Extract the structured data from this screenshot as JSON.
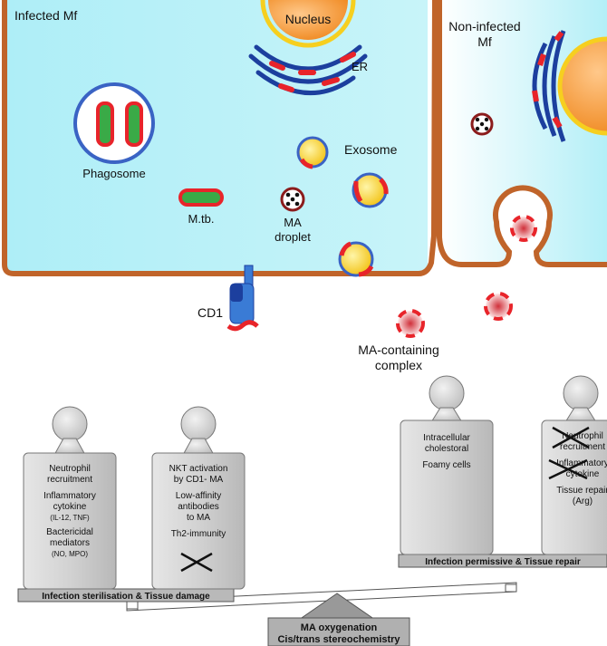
{
  "cells": {
    "infected": "Infected Mf",
    "noninfected_line1": "Non-infected",
    "noninfected_line2": "Mf"
  },
  "organelles": {
    "nucleus": "Nucleus",
    "er": "ER",
    "exosome": "Exosome",
    "phagosome": "Phagosome",
    "mtb": "M.tb.",
    "ma_droplet_line1": "MA",
    "ma_droplet_line2": "droplet",
    "cd1": "CD1",
    "ma_complex_line1": "MA-containing",
    "ma_complex_line2": "complex"
  },
  "left_weights": [
    {
      "lines": [
        "Neutrophil",
        "recruitment",
        "",
        "Inflammatory",
        "cytokine",
        "(IL-12, TNF)",
        "",
        "Bactericidal",
        "mediators",
        "(NO, MPO)"
      ]
    },
    {
      "lines": [
        "NKT activation",
        "by CD1- MA",
        "",
        "Low-affinity",
        "antibodies",
        "to MA",
        "",
        "Th2-immunity"
      ]
    }
  ],
  "right_weights": [
    {
      "lines": [
        "Intracellular",
        "cholestoral",
        "",
        "Foamy cells"
      ]
    },
    {
      "lines": [
        "Neutrophil",
        "recruitment",
        "",
        "Inflammatory",
        "cytokine",
        "",
        "Tissue repair",
        "(Arg)"
      ]
    }
  ],
  "balance": {
    "left_bar": "Infection sterilisation & Tissue damage",
    "right_bar": "Infection permissive & Tissue repair",
    "fulcrum_line1": "MA oxygenation",
    "fulcrum_line2": "Cis/trans stereochemistry"
  },
  "colors": {
    "membrane": "#c0642a",
    "cytoplasm": "#b9f1f7",
    "nucleus": "#f4952f",
    "er_blue": "#1c3f9e",
    "er_red": "#e8242a",
    "mtb_green": "#3aaa47",
    "exosome_yellow": "#f6d33a",
    "weight_gray": "#c8c8c8",
    "bar_gray": "#b9b9b9"
  }
}
